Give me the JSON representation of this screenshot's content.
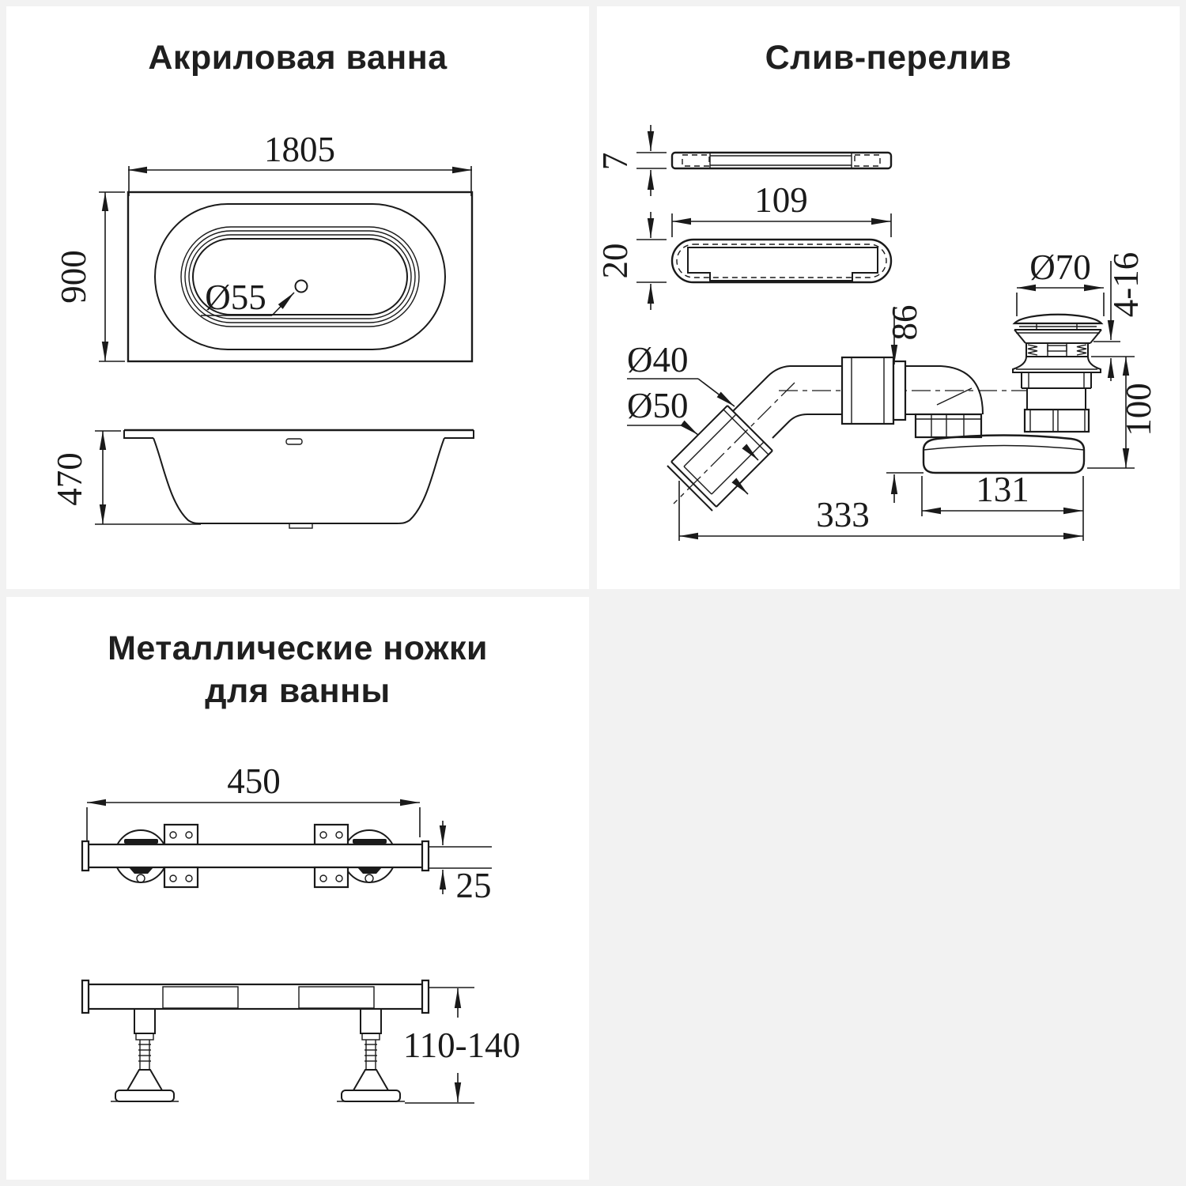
{
  "page": {
    "background": "#f2f2f2",
    "panel_background": "#ffffff",
    "line_color": "#1a1a1a"
  },
  "panels": {
    "bathtub": {
      "title": "Акриловая ванна",
      "dims": {
        "length": "1805",
        "width": "900",
        "drain_diameter": "Ø55",
        "height": "470"
      }
    },
    "drain": {
      "title": "Слив-перелив",
      "dims": {
        "plate_thickness": "7",
        "plate_length": "109",
        "plate_height": "20",
        "cap_diameter": "Ø70",
        "cap_travel": "4-16",
        "pipe_inner": "Ø40",
        "pipe_outer": "Ø50",
        "inlet_height": "86",
        "drain_height": "100",
        "base_length": "131",
        "total_length": "333"
      }
    },
    "legs": {
      "title_line1": "Металлические ножки",
      "title_line2": "для ванны",
      "dims": {
        "length": "450",
        "profile_height": "25",
        "height_range": "110-140"
      }
    }
  }
}
